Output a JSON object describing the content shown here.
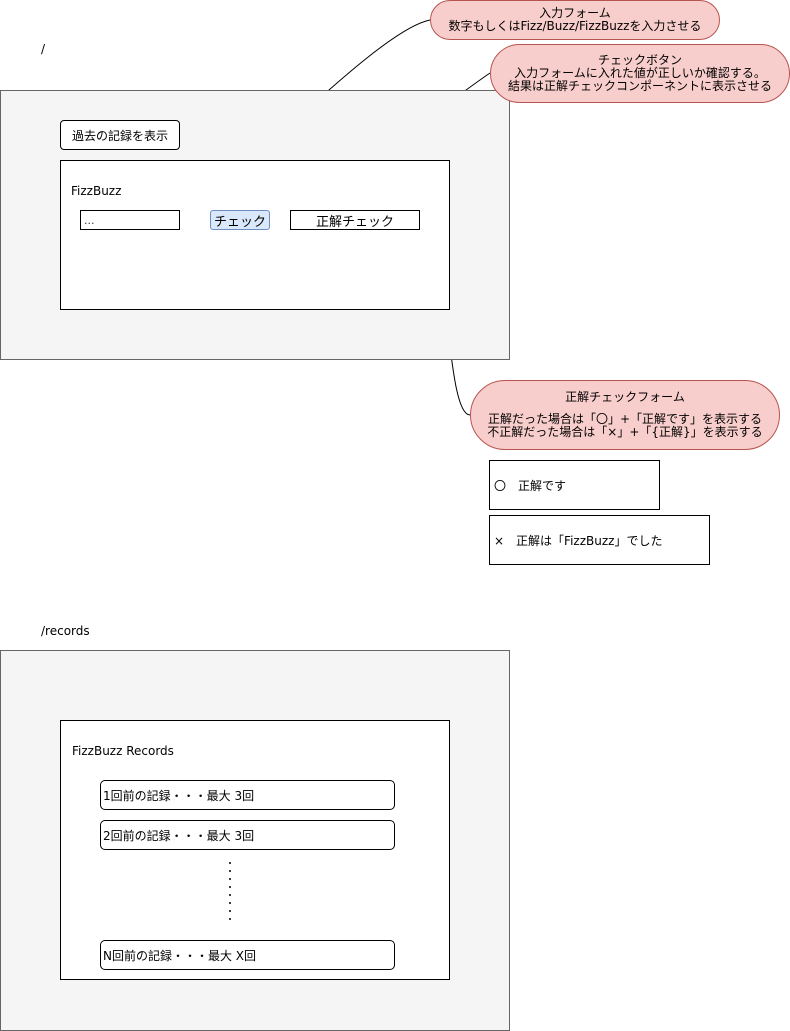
{
  "top_page": {
    "route": "/",
    "history_button": "過去の記録を表示",
    "app_title": "FizzBuzz",
    "input_value": "...",
    "check_button": "チェック",
    "answer_check": "正解チェック"
  },
  "callouts": {
    "input_form": {
      "title": "入力フォーム",
      "line1": "数字もしくはFizz/Buzz/FizzBuzzを入力させる"
    },
    "check_button": {
      "title": "チェックボタン",
      "line1": "入力フォームに入れた値が正しいか確認する。",
      "line2": "結果は正解チェックコンポーネントに表示させる"
    },
    "answer_form": {
      "title": "正解チェックフォーム",
      "line1": "正解だった場合は「〇」+「正解です」を表示する",
      "line2": "不正解だった場合は「×」+「{正解}」を表示する"
    }
  },
  "results": {
    "correct": "〇　正解です",
    "incorrect": "×　正解は「FizzBuzz」でした"
  },
  "records_page": {
    "route": "/records",
    "title": "FizzBuzz Records",
    "items": [
      "1回前の記録・・・最大 3回",
      "2回前の記録・・・最大 3回",
      "N回前の記録・・・最大 X回"
    ]
  }
}
